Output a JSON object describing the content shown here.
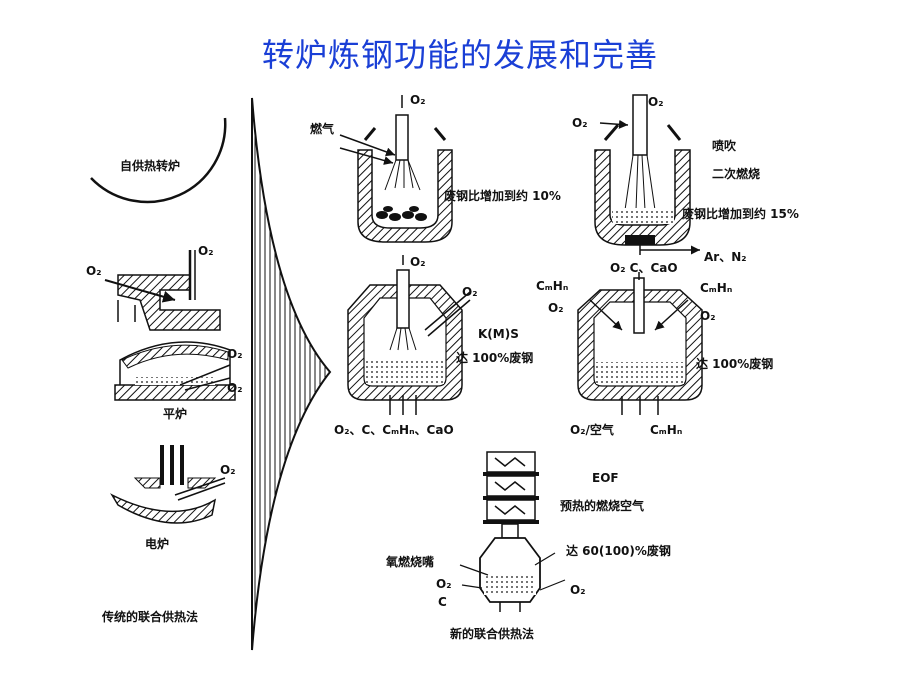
{
  "title": "转炉炼钢功能的发展和完善",
  "left": {
    "self_heat": "自供热转炉",
    "o2_a": "O₂",
    "o2_b": "O₂",
    "o2_c": "O₂",
    "o2_d": "O₂",
    "flat_furnace": "平炉",
    "o2_e": "O₂",
    "electric_furnace": "电炉",
    "caption": "传统的联合供热法"
  },
  "top_left_converter": {
    "o2": "O₂",
    "fuel_gas": "燃气",
    "scrap": "废钢比增加到约 10%"
  },
  "top_right_converter": {
    "o2_top": "O₂",
    "o2_side": "O₂",
    "spray": "喷吹",
    "post_combustion": "二次燃烧",
    "scrap": "废钢比增加到约 15%",
    "bottom_gas": "Ar、N₂"
  },
  "mid_left_converter": {
    "o2_top": "O₂",
    "o2_side": "O₂",
    "process": "K(M)S",
    "scrap": "达 100%废钢",
    "bottom": "O₂、C、CₘHₙ、CaO"
  },
  "mid_right_converter": {
    "top_feed": "O₂  C、CaO",
    "cmhn_left": "CₘHₙ",
    "o2_left": "O₂",
    "cmhn_right": "CₘHₙ",
    "o2_right": "O₂",
    "scrap": "达 100%废钢",
    "bottom_left": "O₂/空气",
    "bottom_right": "CₘHₙ"
  },
  "eof": {
    "name": "EOF",
    "preheat": "预热的燃烧空气",
    "burner": "氧燃烧嘴",
    "scrap": "达 60(100)%废钢",
    "o2_left": "O₂",
    "c_left": "C",
    "o2_right": "O₂"
  },
  "caption_new": "新的联合供热法"
}
